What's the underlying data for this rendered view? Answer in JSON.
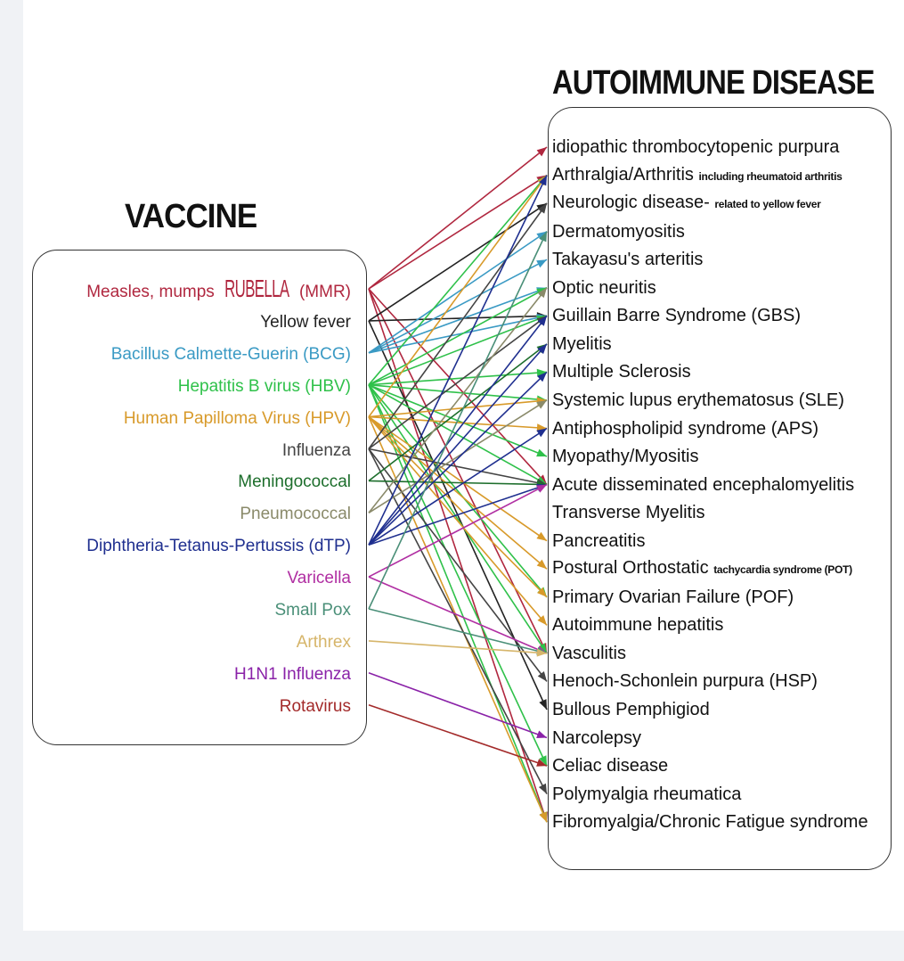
{
  "titles": {
    "vaccine": "VACCINE",
    "disease": "AUTOIMMUNE DISEASE"
  },
  "vaccines": [
    {
      "pre": "Measles, mumps ",
      "mid": "RUBELLA",
      "post": " (MMR)",
      "color": "#b0273f"
    },
    {
      "label": "Yellow fever",
      "color": "#222222"
    },
    {
      "label": "Bacillus Calmette-Guerin (BCG)",
      "color": "#3a9ac4"
    },
    {
      "label": "Hepatitis B virus (HBV)",
      "color": "#2fc14a"
    },
    {
      "label": "Human Papilloma Virus (HPV)",
      "color": "#d89a2a"
    },
    {
      "label": "Influenza",
      "color": "#444444"
    },
    {
      "label": "Meningococcal",
      "color": "#1d6e2c"
    },
    {
      "label": "Pneumococcal",
      "color": "#8a8a6a"
    },
    {
      "label": "Diphtheria-Tetanus-Pertussis (dTP)",
      "color": "#1f2f8f"
    },
    {
      "label": "Varicella",
      "color": "#b02ea2"
    },
    {
      "label": "Small Pox",
      "color": "#4a8f78"
    },
    {
      "label": "Arthrex",
      "color": "#d6b56a"
    },
    {
      "label": "H1N1 Influenza",
      "color": "#8a22a8"
    },
    {
      "label": "Rotavirus",
      "color": "#a32a2a"
    }
  ],
  "diseases": [
    {
      "label": "idiopathic thrombocytopenic purpura"
    },
    {
      "label": "Arthralgia/Arthritis ",
      "note": "including rheumatoid arthritis"
    },
    {
      "label": "Neurologic disease- ",
      "note": "related to yellow fever"
    },
    {
      "label": "Dermatomyositis"
    },
    {
      "label": "Takayasu's arteritis"
    },
    {
      "label": "Optic neuritis"
    },
    {
      "label": "Guillain Barre Syndrome (GBS)"
    },
    {
      "label": "Myelitis"
    },
    {
      "label": "Multiple Sclerosis"
    },
    {
      "label": "Systemic lupus erythematosus (SLE)"
    },
    {
      "label": "Antiphospholipid syndrome (APS)"
    },
    {
      "label": "Myopathy/Myositis"
    },
    {
      "label": "Acute disseminated encephalomyelitis"
    },
    {
      "label": "Transverse Myelitis"
    },
    {
      "label": "Pancreatitis"
    },
    {
      "label": "Postural Orthostatic ",
      "note": "tachycardia syndrome (POT)"
    },
    {
      "label": "Primary Ovarian Failure (POF)"
    },
    {
      "label": "Autoimmune hepatitis"
    },
    {
      "label": "Vasculitis"
    },
    {
      "label": "Henoch-Schonlein purpura (HSP)"
    },
    {
      "label": "Bullous Pemphigiod"
    },
    {
      "label": "Narcolepsy"
    },
    {
      "label": "Celiac disease"
    },
    {
      "label": "Polymyalgia rheumatica"
    },
    {
      "label": "Fibromyalgia/Chronic Fatigue syndrome"
    }
  ],
  "links": [
    [
      0,
      0
    ],
    [
      0,
      1
    ],
    [
      0,
      12
    ],
    [
      0,
      18
    ],
    [
      0,
      24
    ],
    [
      1,
      2
    ],
    [
      1,
      6
    ],
    [
      1,
      20
    ],
    [
      2,
      3
    ],
    [
      2,
      4
    ],
    [
      2,
      5
    ],
    [
      2,
      6
    ],
    [
      3,
      1
    ],
    [
      3,
      5
    ],
    [
      3,
      6
    ],
    [
      3,
      8
    ],
    [
      3,
      9
    ],
    [
      3,
      11
    ],
    [
      3,
      12
    ],
    [
      3,
      16
    ],
    [
      3,
      18
    ],
    [
      3,
      22
    ],
    [
      3,
      24
    ],
    [
      4,
      1
    ],
    [
      4,
      9
    ],
    [
      4,
      10
    ],
    [
      4,
      14
    ],
    [
      4,
      15
    ],
    [
      4,
      16
    ],
    [
      4,
      17
    ],
    [
      4,
      24
    ],
    [
      5,
      2
    ],
    [
      5,
      6
    ],
    [
      5,
      12
    ],
    [
      5,
      19
    ],
    [
      5,
      23
    ],
    [
      6,
      7
    ],
    [
      6,
      12
    ],
    [
      7,
      5
    ],
    [
      7,
      9
    ],
    [
      8,
      1
    ],
    [
      8,
      6
    ],
    [
      8,
      7
    ],
    [
      8,
      8
    ],
    [
      8,
      10
    ],
    [
      8,
      12
    ],
    [
      9,
      12
    ],
    [
      9,
      18
    ],
    [
      10,
      3
    ],
    [
      10,
      18
    ],
    [
      11,
      18
    ],
    [
      12,
      21
    ],
    [
      13,
      22
    ]
  ]
}
